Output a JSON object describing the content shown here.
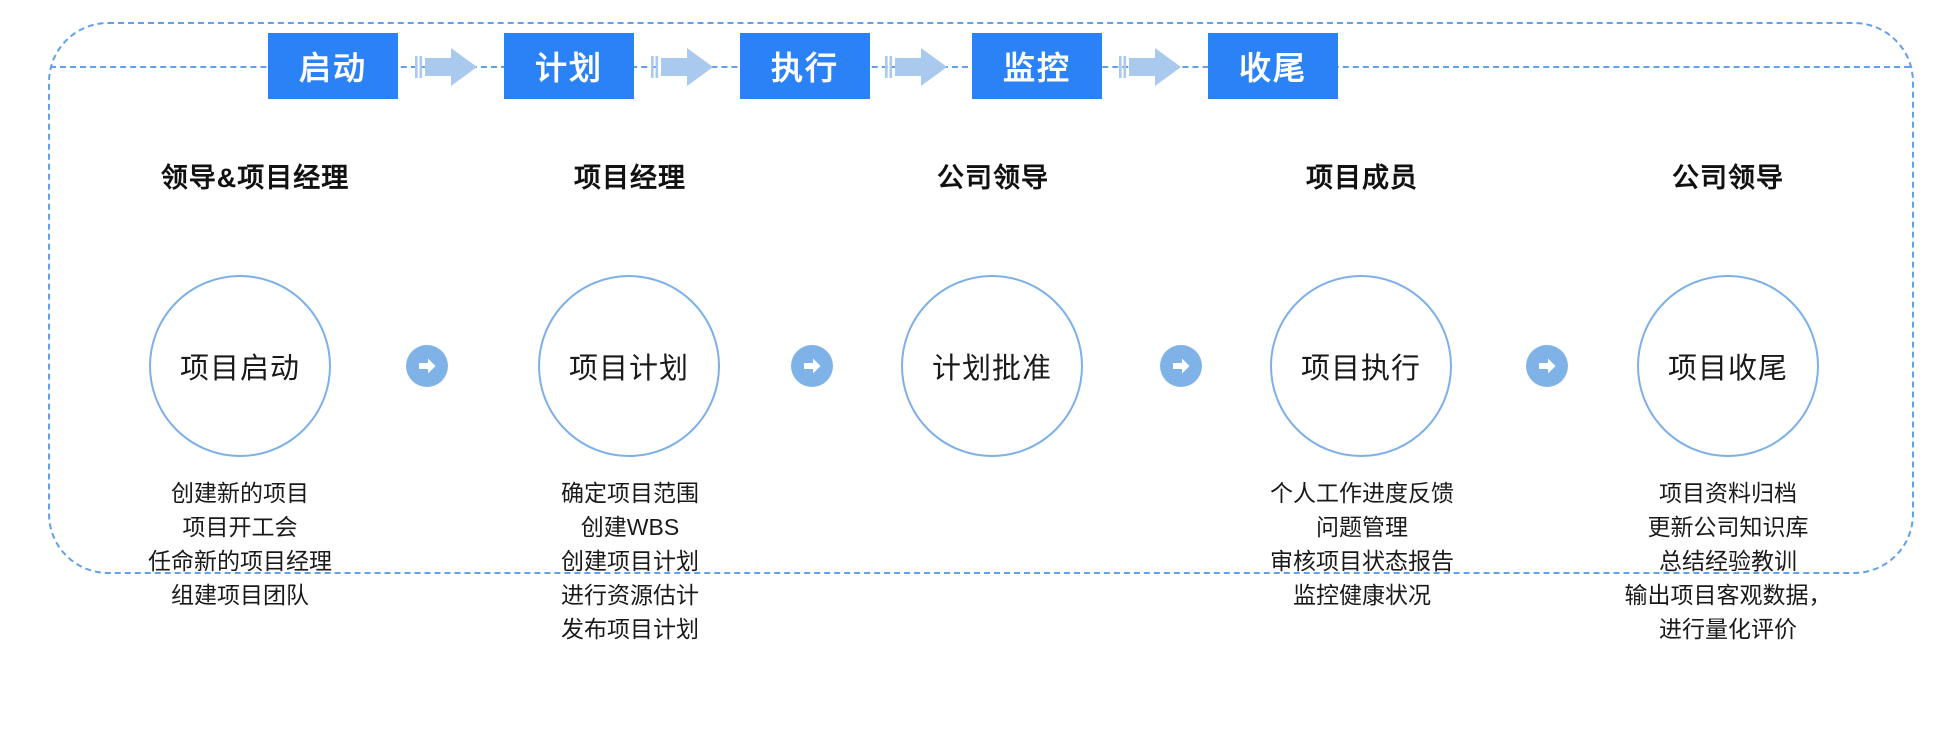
{
  "theme": {
    "phase_box_color": "#2B82F6",
    "phase_text_color": "#FFFFFF",
    "arrow_color": "#A9C9EE",
    "dash_border_color": "#62A0E8",
    "circle_border_color": "#7DB0E8",
    "mini_arrow_circle_color": "#7FB3E8",
    "text_color": "#1A1A1A"
  },
  "phases": [
    {
      "label": "启动"
    },
    {
      "label": "计划"
    },
    {
      "label": "执行"
    },
    {
      "label": "监控"
    },
    {
      "label": "收尾"
    }
  ],
  "columns": [
    {
      "role": "领导&项目经理",
      "stage": "项目启动",
      "tasks": [
        "创建新的项目",
        "项目开工会",
        "任命新的项目经理",
        "组建项目团队"
      ]
    },
    {
      "role": "项目经理",
      "stage": "项目计划",
      "tasks": [
        "确定项目范围",
        "创建WBS",
        "创建项目计划",
        "进行资源估计",
        "发布项目计划"
      ]
    },
    {
      "role": "公司领导",
      "stage": "计划批准",
      "tasks": []
    },
    {
      "role": "项目成员",
      "stage": "项目执行",
      "tasks": [
        "个人工作进度反馈",
        "问题管理",
        "审核项目状态报告",
        "监控健康状况"
      ]
    },
    {
      "role": "公司领导",
      "stage": "项目收尾",
      "tasks": [
        "项目资料归档",
        "更新公司知识库",
        "总结经验教训",
        "输出项目客观数据，",
        "进行量化评价"
      ]
    }
  ],
  "icons": {
    "block_arrow": "block-arrow-icon",
    "mini_arrow": "circle-arrow-icon"
  }
}
